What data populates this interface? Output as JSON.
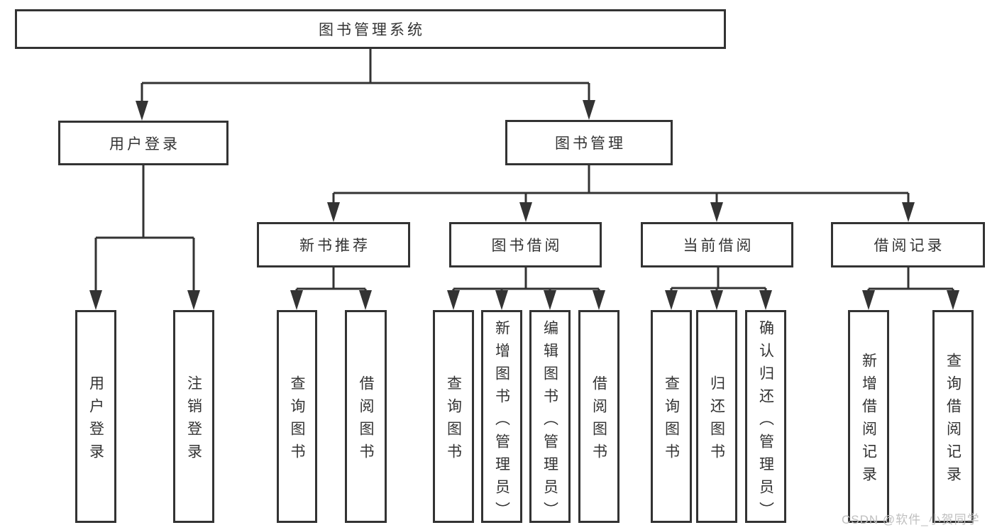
{
  "diagram": {
    "root": {
      "label": "图书管理系统",
      "children": [
        {
          "label": "用户登录",
          "children": [
            {
              "label": "用户登录"
            },
            {
              "label": "注销登录"
            }
          ]
        },
        {
          "label": "图书管理",
          "children": [
            {
              "label": "新书推荐",
              "children": [
                {
                  "label": "查询图书"
                },
                {
                  "label": "借阅图书"
                }
              ]
            },
            {
              "label": "图书借阅",
              "children": [
                {
                  "label": "查询图书"
                },
                {
                  "label": "新增图书（管理员）"
                },
                {
                  "label": "编辑图书（管理员）"
                },
                {
                  "label": "借阅图书"
                }
              ]
            },
            {
              "label": "当前借阅",
              "children": [
                {
                  "label": "查询图书"
                },
                {
                  "label": "归还图书"
                },
                {
                  "label": "确认归还（管理员）"
                }
              ]
            },
            {
              "label": "借阅记录",
              "children": [
                {
                  "label": "新增借阅记录"
                },
                {
                  "label": "查询借阅记录"
                }
              ]
            }
          ]
        }
      ]
    }
  },
  "watermark": {
    "text": "CSDN @软件_小贺同学"
  },
  "colors": {
    "line": "#333333",
    "text": "#333333",
    "box_fill": "#ffffff",
    "watermark": "#bfbfbf",
    "background": "#ffffff"
  }
}
